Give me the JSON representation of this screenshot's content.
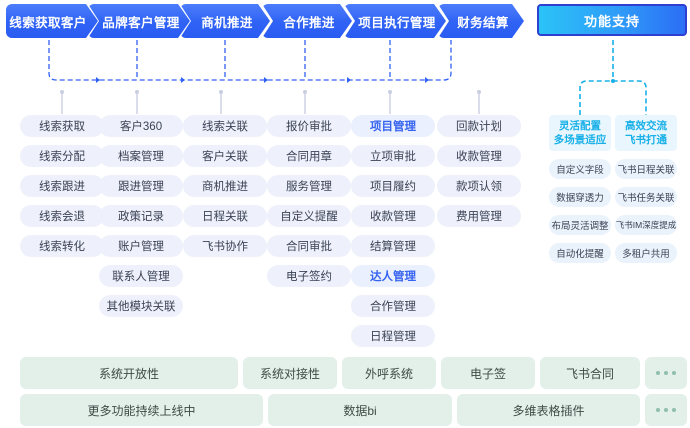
{
  "flow": {
    "stages": [
      {
        "label": "线索获取客户"
      },
      {
        "label": "品牌客户管理"
      },
      {
        "label": "商机推进"
      },
      {
        "label": "合作推进"
      },
      {
        "label": "项目执行管理"
      },
      {
        "label": "财务结算"
      }
    ],
    "support_button": "功能支持"
  },
  "columns": [
    {
      "name": "lead-acquisition",
      "items": [
        {
          "label": "线索获取",
          "highlight": false
        },
        {
          "label": "线索分配",
          "highlight": false
        },
        {
          "label": "线索跟进",
          "highlight": false
        },
        {
          "label": "线索会退",
          "highlight": false
        },
        {
          "label": "线索转化",
          "highlight": false
        }
      ]
    },
    {
      "name": "brand-customer",
      "items": [
        {
          "label": "客户360",
          "highlight": false
        },
        {
          "label": "档案管理",
          "highlight": false
        },
        {
          "label": "跟进管理",
          "highlight": false
        },
        {
          "label": "政策记录",
          "highlight": false
        },
        {
          "label": "账户管理",
          "highlight": false
        },
        {
          "label": "联系人管理",
          "highlight": false
        },
        {
          "label": "其他模块关联",
          "highlight": false
        }
      ]
    },
    {
      "name": "opportunity",
      "items": [
        {
          "label": "线索关联",
          "highlight": false
        },
        {
          "label": "客户关联",
          "highlight": false
        },
        {
          "label": "商机推进",
          "highlight": false
        },
        {
          "label": "日程关联",
          "highlight": false
        },
        {
          "label": "飞书协作",
          "highlight": false
        }
      ]
    },
    {
      "name": "cooperation",
      "items": [
        {
          "label": "报价审批",
          "highlight": false
        },
        {
          "label": "合同用章",
          "highlight": false
        },
        {
          "label": "服务管理",
          "highlight": false
        },
        {
          "label": "自定义提醒",
          "highlight": false
        },
        {
          "label": "合同审批",
          "highlight": false
        },
        {
          "label": "电子签约",
          "highlight": false
        }
      ]
    },
    {
      "name": "project-execution",
      "items": [
        {
          "label": "项目管理",
          "highlight": true
        },
        {
          "label": "立项审批",
          "highlight": false
        },
        {
          "label": "项目履约",
          "highlight": false
        },
        {
          "label": "收款管理",
          "highlight": false
        },
        {
          "label": "结算管理",
          "highlight": false
        },
        {
          "label": "达人管理",
          "highlight": true
        },
        {
          "label": "合作管理",
          "highlight": false
        },
        {
          "label": "日程管理",
          "highlight": false
        }
      ]
    },
    {
      "name": "finance-settlement",
      "items": [
        {
          "label": "回款计划",
          "highlight": false
        },
        {
          "label": "收款管理",
          "highlight": false
        },
        {
          "label": "款项认领",
          "highlight": false
        },
        {
          "label": "费用管理",
          "highlight": false
        }
      ]
    }
  ],
  "support": {
    "groups": [
      {
        "name": "flexible-config",
        "title_line1": "灵活配置",
        "title_line2": "多场景适应",
        "items": [
          {
            "label": "自定义字段"
          },
          {
            "label": "数据穿透力"
          },
          {
            "label": "布局灵活调整"
          },
          {
            "label": "自动化提醒"
          }
        ]
      },
      {
        "name": "efficient-communication",
        "title_line1": "高效交流",
        "title_line2": "飞书打通",
        "items": [
          {
            "label": "飞书日程关联"
          },
          {
            "label": "飞书任务关联"
          },
          {
            "label": "飞书IM深度提成"
          },
          {
            "label": "多租户共用"
          }
        ]
      }
    ]
  },
  "bottom": {
    "row1": [
      {
        "label": "系统开放性",
        "kind": "text"
      },
      {
        "label": "系统对接性",
        "kind": "text"
      },
      {
        "label": "外呼系统",
        "kind": "text"
      },
      {
        "label": "电子签",
        "kind": "text"
      },
      {
        "label": "飞书合同",
        "kind": "text"
      },
      {
        "label": "",
        "kind": "dots"
      }
    ],
    "row2": [
      {
        "label": "更多功能持续上线中",
        "kind": "text"
      },
      {
        "label": "数据bi",
        "kind": "text"
      },
      {
        "label": "多维表格插件",
        "kind": "text"
      },
      {
        "label": "",
        "kind": "dots"
      }
    ]
  },
  "colors": {
    "chip_blue": "#2f62f5",
    "highlight_blue": "#3663f0",
    "support_cyan": "#18b0e8",
    "pill_bg": "#eef1fb",
    "teal_bg": "#e3f0ea"
  }
}
